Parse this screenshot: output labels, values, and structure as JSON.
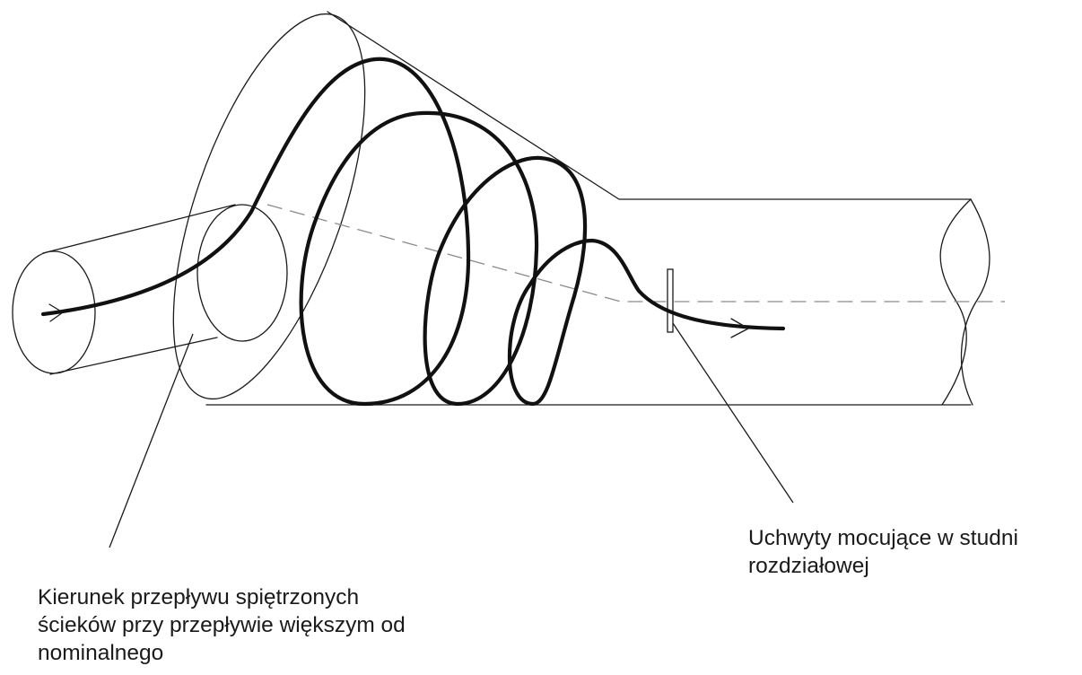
{
  "labels": {
    "flow_direction": {
      "line1": "Kierunek przepływu spiętrzonych",
      "line2": "ścieków przy przepływie większym od",
      "line3": "nominalnego"
    },
    "mounting_brackets": {
      "line1": "Uchwyty mocujące w studni",
      "line2": "rozdziałowej"
    }
  }
}
